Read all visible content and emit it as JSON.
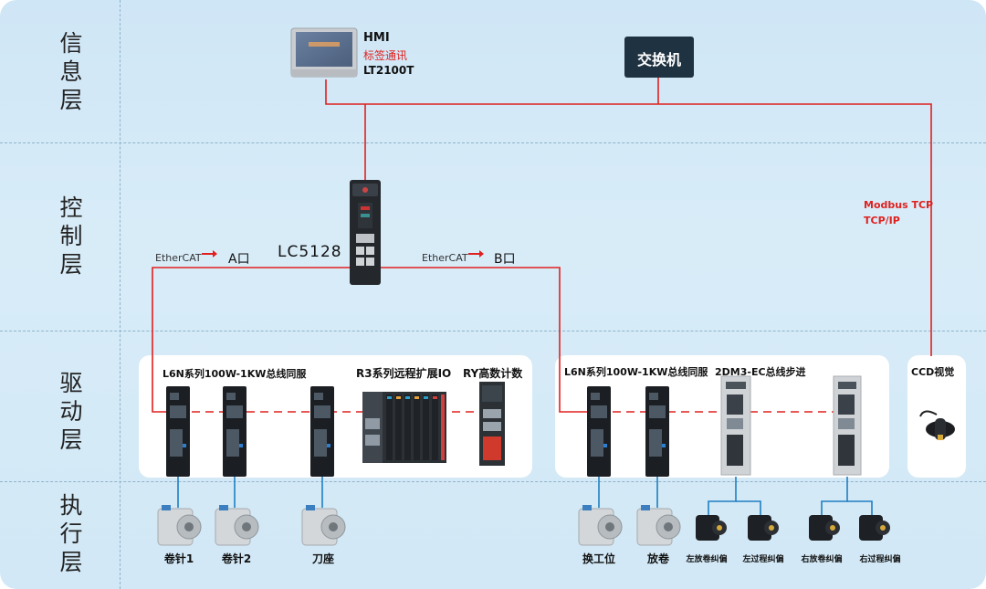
{
  "layers": [
    {
      "name": "信息层"
    },
    {
      "name": "控制层"
    },
    {
      "name": "驱动层"
    },
    {
      "name": "执行层"
    }
  ],
  "hmi": {
    "line1": "HMI",
    "line2": "标签通讯",
    "line3": "LT2100T"
  },
  "switch": {
    "label": "交换机"
  },
  "controller": {
    "label": "LC5128"
  },
  "ethercat": {
    "logo": "EtherCAT",
    "port_a": "A口",
    "port_b": "B口"
  },
  "modbus": {
    "line1": "Modbus TCP",
    "line2": "TCP/IP"
  },
  "drive_left": {
    "servo_label": "L6N系列100W-1KW总线同服",
    "io_label": "R3系列远程扩展IO",
    "counter_label": "RY高数计数"
  },
  "drive_right": {
    "servo_label": "L6N系列100W-1KW总线同服",
    "stepper_label": "2DM3-EC总线步进"
  },
  "ccd": {
    "label": "CCD视觉"
  },
  "actuators": {
    "m1": "卷针1",
    "m2": "卷针2",
    "m3": "刀座",
    "m4": "换工位",
    "m5": "放卷",
    "s1": "左放卷纠偏",
    "s2": "左过程纠偏",
    "s3": "右放卷纠偏",
    "s4": "右过程纠偏"
  },
  "colors": {
    "bus_red": "#e0201e",
    "link_blue": "#1e7fc1",
    "bg": "#d3e8f6"
  }
}
